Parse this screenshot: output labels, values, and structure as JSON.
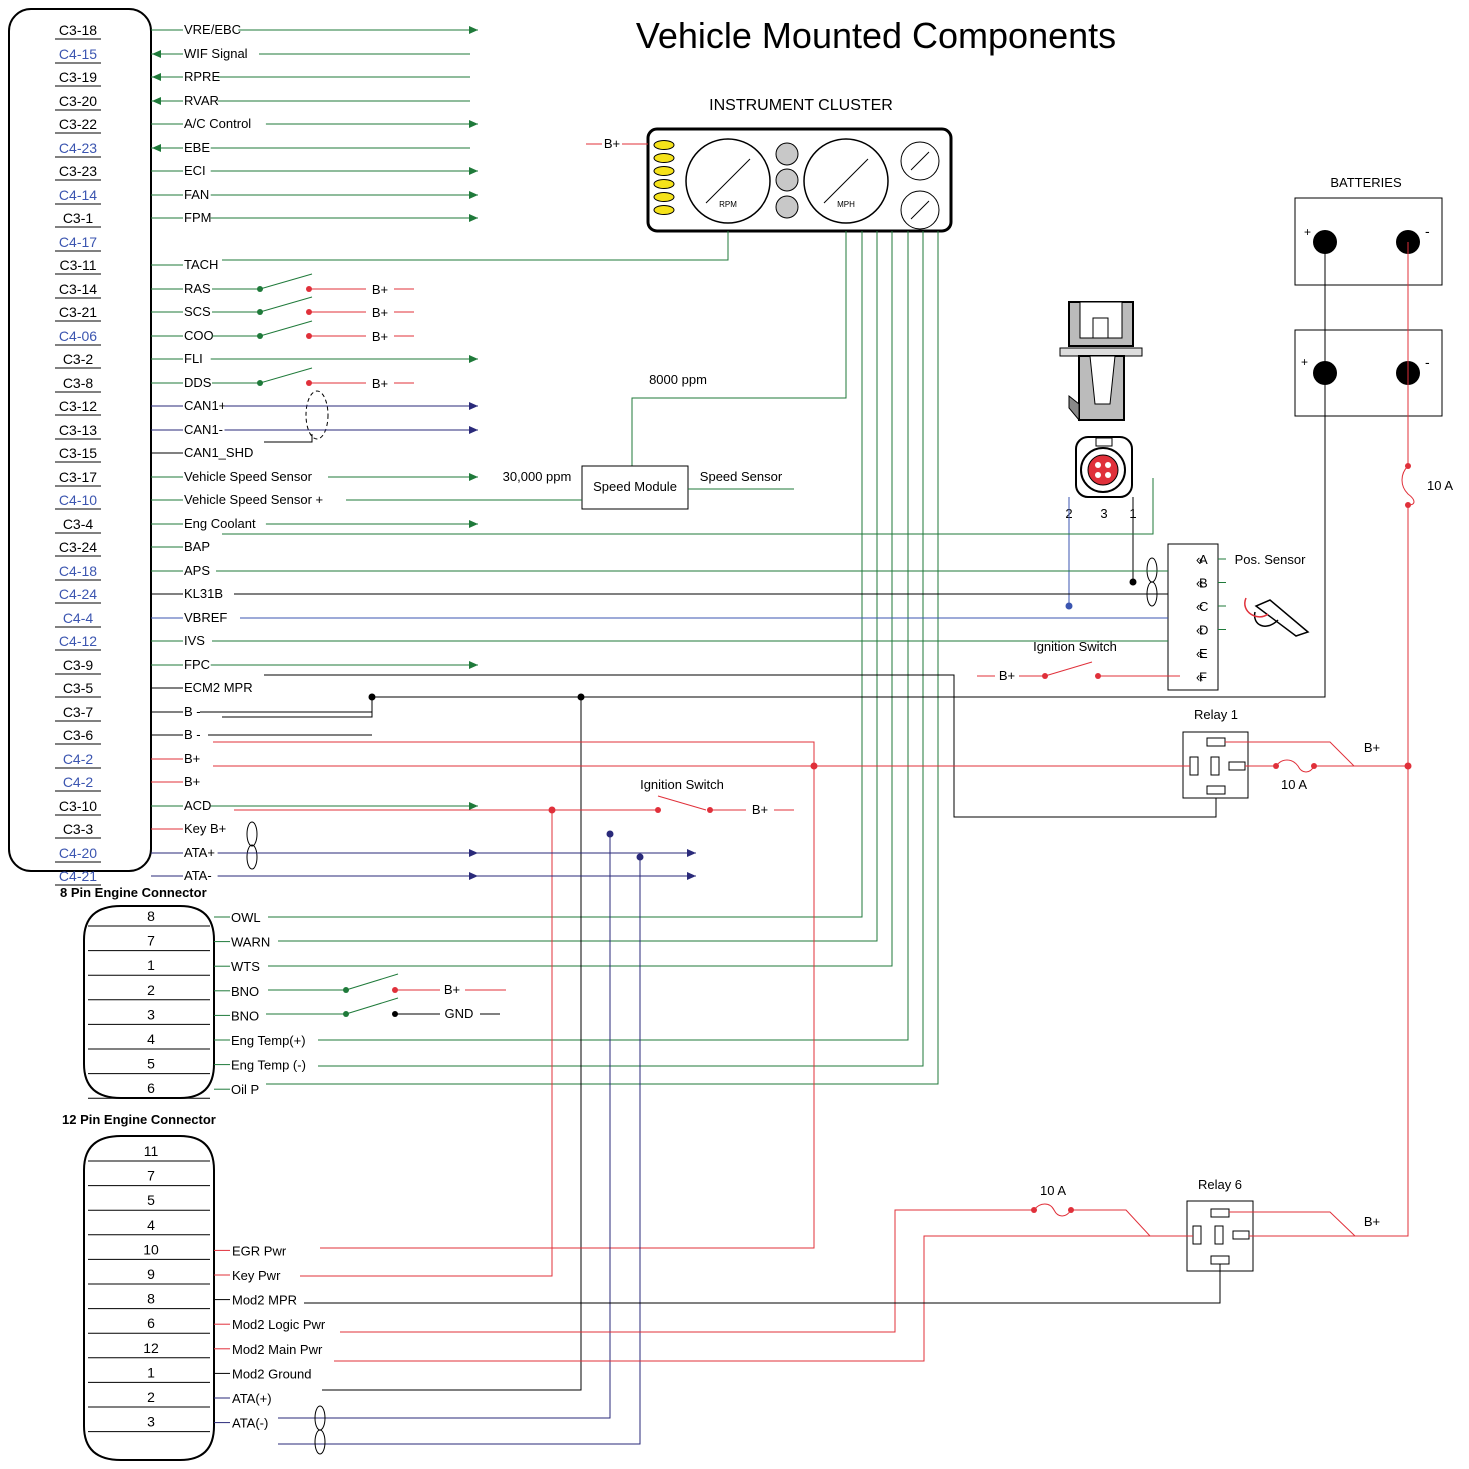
{
  "title": "Vehicle Mounted Components",
  "colors": {
    "green": "#1f7a3a",
    "red": "#e0303a",
    "blue": "#2a2a7a",
    "lightblue": "#3b55b0",
    "black": "#000000",
    "yellow": "#f5e21a",
    "pin_blue_text": "#3b55b0"
  },
  "main_connector": {
    "pins": [
      {
        "pin": "C3-18",
        "signal": "VRE/EBC",
        "wire": "green",
        "arrow": "out"
      },
      {
        "pin": "C4-15",
        "signal": "WIF Signal",
        "wire": "green",
        "arrow": "in"
      },
      {
        "pin": "C3-19",
        "signal": "RPRE",
        "wire": "green",
        "arrow": "in"
      },
      {
        "pin": "C3-20",
        "signal": "RVAR",
        "wire": "green",
        "arrow": "in"
      },
      {
        "pin": "C3-22",
        "signal": "A/C Control",
        "wire": "green",
        "arrow": "out"
      },
      {
        "pin": "C4-23",
        "signal": "EBE",
        "wire": "green",
        "arrow": "in"
      },
      {
        "pin": "C3-23",
        "signal": "ECI",
        "wire": "green",
        "arrow": "out"
      },
      {
        "pin": "C4-14",
        "signal": "FAN",
        "wire": "green",
        "arrow": "out"
      },
      {
        "pin": "C3-1",
        "signal": "FPM",
        "wire": "green",
        "arrow": "out"
      },
      {
        "pin": "C4-17",
        "signal": "",
        "wire": "none",
        "arrow": ""
      },
      {
        "pin": "C3-11",
        "signal": "TACH",
        "wire": "green",
        "arrow": ""
      },
      {
        "pin": "C3-14",
        "signal": "RAS",
        "wire": "green",
        "arrow": ""
      },
      {
        "pin": "C3-21",
        "signal": "SCS",
        "wire": "green",
        "arrow": ""
      },
      {
        "pin": "C4-06",
        "signal": "COO",
        "wire": "green",
        "arrow": ""
      },
      {
        "pin": "C3-2",
        "signal": "FLI",
        "wire": "green",
        "arrow": "out"
      },
      {
        "pin": "C3-8",
        "signal": "DDS",
        "wire": "green",
        "arrow": ""
      },
      {
        "pin": "C3-12",
        "signal": "CAN1+",
        "wire": "blue",
        "arrow": "out"
      },
      {
        "pin": "C3-13",
        "signal": "CAN1-",
        "wire": "blue",
        "arrow": "out"
      },
      {
        "pin": "C3-15",
        "signal": "CAN1_SHD",
        "wire": "black",
        "arrow": ""
      },
      {
        "pin": "C3-17",
        "signal": "Vehicle Speed Sensor",
        "wire": "green",
        "arrow": "out"
      },
      {
        "pin": "C4-10",
        "signal": "Vehicle Speed Sensor +",
        "wire": "green",
        "arrow": ""
      },
      {
        "pin": "C3-4",
        "signal": "Eng Coolant",
        "wire": "green",
        "arrow": "out"
      },
      {
        "pin": "C3-24",
        "signal": "BAP",
        "wire": "green",
        "arrow": ""
      },
      {
        "pin": "C4-18",
        "signal": "APS",
        "wire": "green",
        "arrow": ""
      },
      {
        "pin": "C4-24",
        "signal": "KL31B",
        "wire": "black",
        "arrow": ""
      },
      {
        "pin": "C4-4",
        "signal": "VBREF",
        "wire": "lightblue",
        "arrow": ""
      },
      {
        "pin": "C4-12",
        "signal": "IVS",
        "wire": "green",
        "arrow": ""
      },
      {
        "pin": "C3-9",
        "signal": "FPC",
        "wire": "green",
        "arrow": "out"
      },
      {
        "pin": "C3-5",
        "signal": "ECM2 MPR",
        "wire": "black",
        "arrow": ""
      },
      {
        "pin": "C3-7",
        "signal": "B -",
        "wire": "black",
        "arrow": ""
      },
      {
        "pin": "C3-6",
        "signal": "B -",
        "wire": "black",
        "arrow": ""
      },
      {
        "pin": "C4-2",
        "signal": "B+",
        "wire": "red",
        "arrow": ""
      },
      {
        "pin": "C4-2",
        "signal": "B+",
        "wire": "red",
        "arrow": ""
      },
      {
        "pin": "C3-10",
        "signal": "ACD",
        "wire": "green",
        "arrow": "out"
      },
      {
        "pin": "C3-3",
        "signal": "Key B+",
        "wire": "red",
        "arrow": ""
      },
      {
        "pin": "C4-20",
        "signal": "ATA+",
        "wire": "blue",
        "arrow": "out"
      },
      {
        "pin": "C4-21",
        "signal": "ATA-",
        "wire": "blue",
        "arrow": "out"
      }
    ]
  },
  "eight_pin": {
    "title": "8 Pin Engine Connector",
    "pins": [
      {
        "pin": "8",
        "signal": "OWL"
      },
      {
        "pin": "7",
        "signal": "WARN"
      },
      {
        "pin": "1",
        "signal": "WTS"
      },
      {
        "pin": "2",
        "signal": "BNO"
      },
      {
        "pin": "3",
        "signal": "BNO"
      },
      {
        "pin": "4",
        "signal": "Eng Temp(+)"
      },
      {
        "pin": "5",
        "signal": "Eng Temp (-)"
      },
      {
        "pin": "6",
        "signal": "Oil P"
      }
    ]
  },
  "twelve_pin": {
    "title": "12 Pin Engine Connector",
    "pins": [
      {
        "pin": "11",
        "signal": ""
      },
      {
        "pin": "7",
        "signal": ""
      },
      {
        "pin": "5",
        "signal": ""
      },
      {
        "pin": "4",
        "signal": ""
      },
      {
        "pin": "10",
        "signal": "EGR Pwr"
      },
      {
        "pin": "9",
        "signal": "Key Pwr"
      },
      {
        "pin": "8",
        "signal": "Mod2 MPR"
      },
      {
        "pin": "6",
        "signal": "Mod2 Logic Pwr"
      },
      {
        "pin": "12",
        "signal": "Mod2 Main Pwr"
      },
      {
        "pin": "1",
        "signal": "Mod2 Ground"
      },
      {
        "pin": "2",
        "signal": "ATA(+)"
      },
      {
        "pin": "3",
        "signal": "ATA(-)"
      }
    ]
  },
  "labels": {
    "instrument_cluster": "INSTRUMENT CLUSTER",
    "rpm": "RPM",
    "mph": "MPH",
    "batteries": "BATTERIES",
    "plus": "+",
    "minus": "-",
    "b_plus": "B+",
    "gnd": "GND",
    "ppm_8000": "8000 ppm",
    "ppm_30000": "30,000 ppm",
    "speed_module": "Speed Module",
    "speed_sensor": "Speed Sensor",
    "pos_sensor": "Pos. Sensor",
    "ignition_switch": "Ignition Switch",
    "relay1": "Relay 1",
    "relay6": "Relay 6",
    "fuse_10a": "10 A",
    "sensor_pins": [
      "2",
      "3",
      "1"
    ],
    "pos_pins": [
      "A",
      "B",
      "C",
      "D",
      "E",
      "F"
    ]
  }
}
